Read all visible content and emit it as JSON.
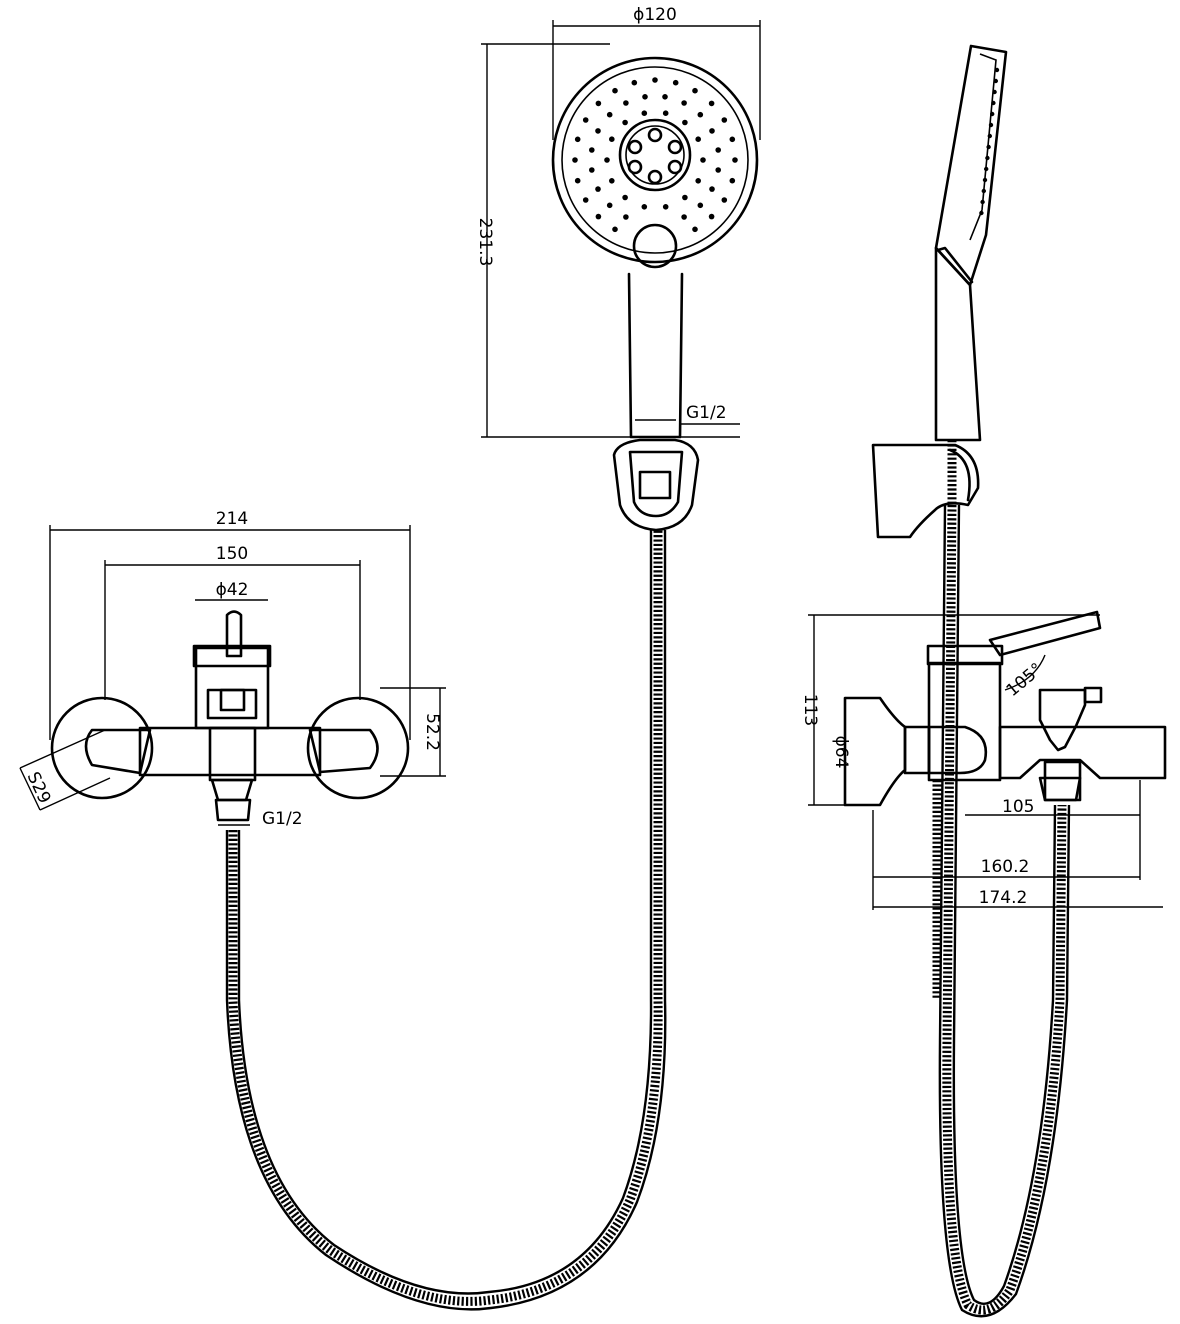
{
  "dimensions": {
    "head_diameter": "ϕ120",
    "handshower_length": "231.3",
    "handle_thread": "G1/2",
    "overall_width": "214",
    "center_distance": "150",
    "body_diameter": "ϕ42",
    "eccentric_offset": "52.2",
    "flange_size": "S29",
    "inlet_thread": "G1/2",
    "height": "113",
    "flange_diameter": "ϕ64",
    "lever_angle": "105°",
    "spout_reach": "105",
    "reach_to_spout": "160.2",
    "overall_depth": "174.2"
  },
  "colors": {
    "ink": "#000000",
    "paper": "#ffffff"
  }
}
